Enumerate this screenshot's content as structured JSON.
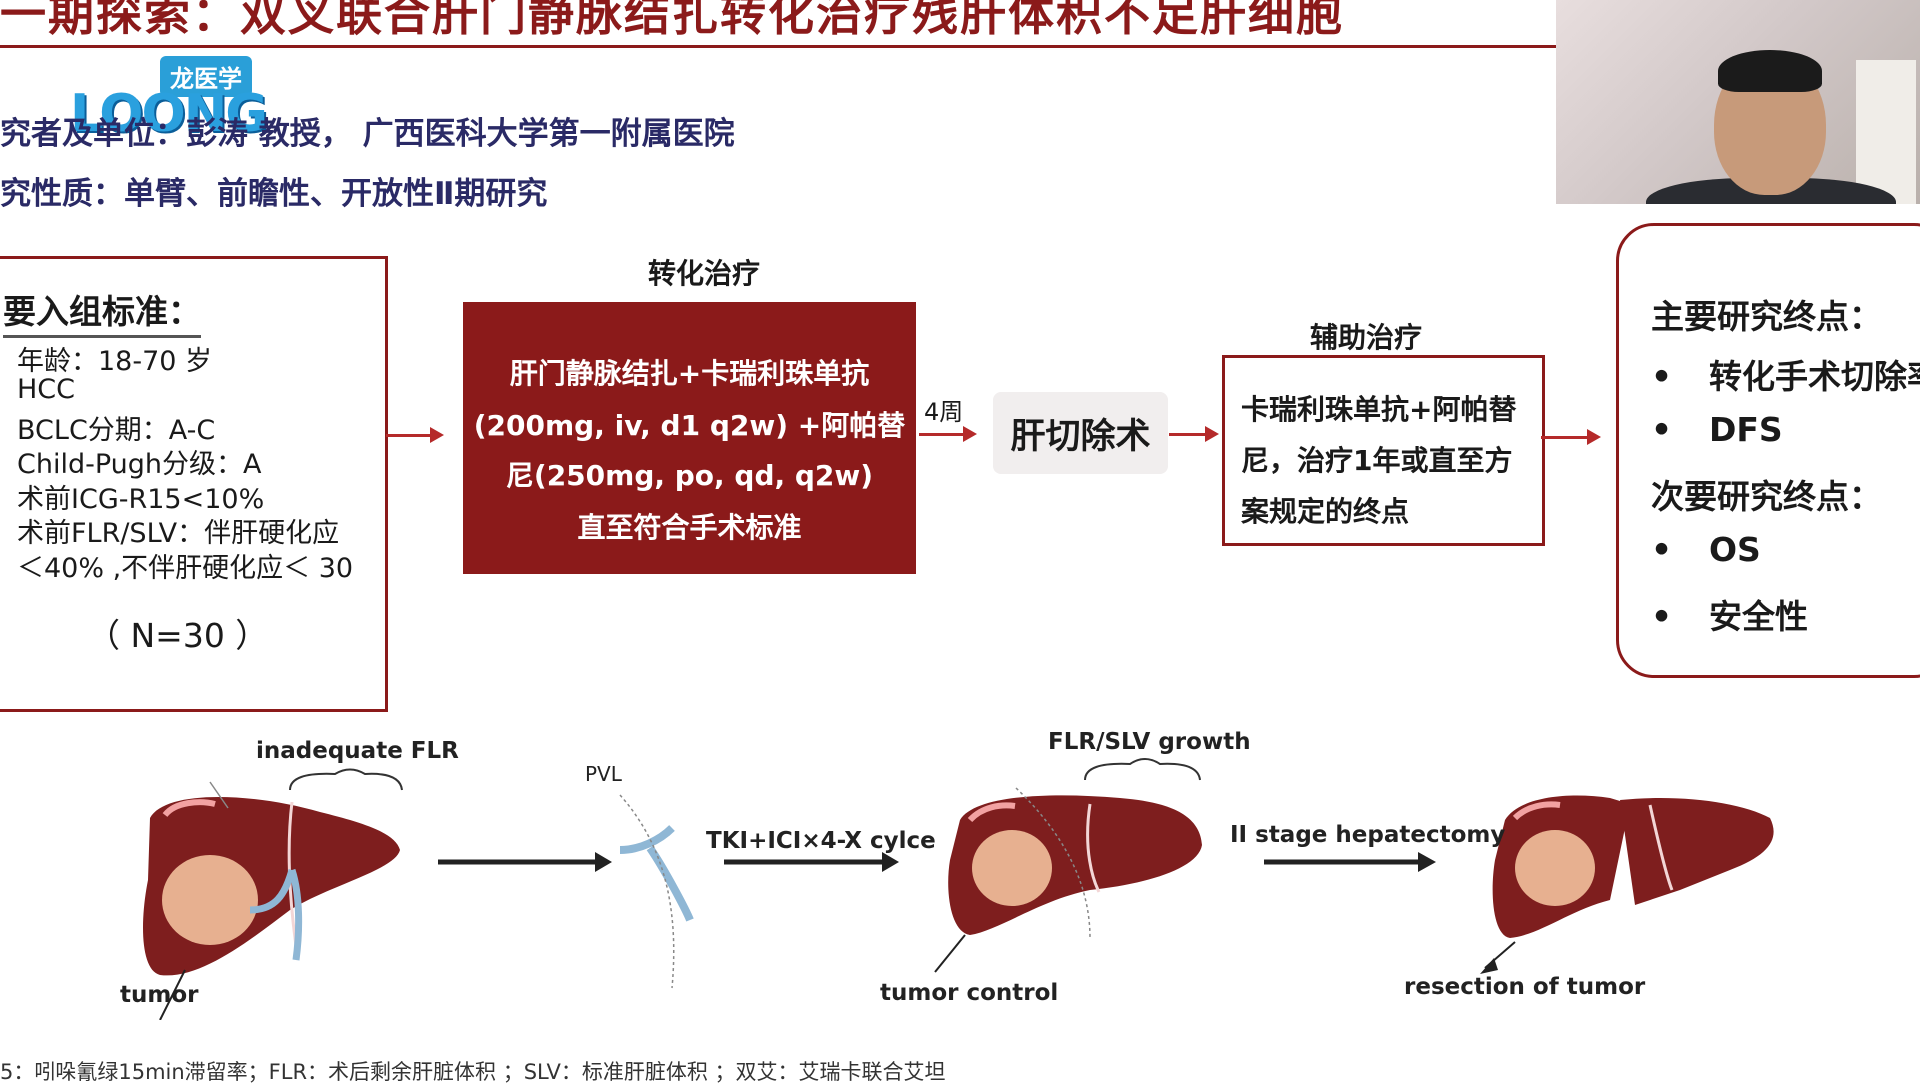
{
  "slide": {
    "title": "一期探索：双叉联合肝门静脉结扎转化治疗残肝体积不足肝细胞",
    "investigator_label": "究者及单位：彭涛 教授， 广西医科大学第一附属医院",
    "nature_label": "究性质：单臂、前瞻性、开放性Ⅱ期研究"
  },
  "logo": {
    "badge_text": "龙医学",
    "word_text": "LOONG"
  },
  "inclusion": {
    "title": "要入组标准：",
    "lines": [
      "年龄：18-70 岁",
      "HCC",
      "BCLC分期：A-C",
      "Child-Pugh分级：A",
      "术前ICG-R15<10%",
      "术前FLR/SLV：伴肝硬化应",
      "＜40% ,不伴肝硬化应＜ 30"
    ],
    "n": "（ N=30 ）"
  },
  "conversion": {
    "label": "转化治疗",
    "lines": [
      "肝门静脉结扎+卡瑞利珠单抗",
      "(200mg, iv, d1 q2w) +阿帕替",
      "尼(250mg, po, qd, q2w)",
      "直至符合手术标准"
    ]
  },
  "weeks_label": "4周",
  "surgery_label": "肝切除术",
  "adjuvant": {
    "label": "辅助治疗",
    "lines": [
      "卡瑞利珠单抗+阿帕替",
      "尼，治疗1年或直至方",
      "案规定的终点"
    ]
  },
  "endpoints": {
    "primary_title": "主要研究终点：",
    "primary_items": [
      "转化手术切除率",
      "DFS"
    ],
    "secondary_title": "次要研究终点：",
    "secondary_items": [
      "OS",
      "安全性"
    ],
    "bullet": "•"
  },
  "diagram": {
    "inadequate_flr": "inadequate FLR",
    "pvl": "PVL",
    "tki": "TKI+ICI×4-X cylce",
    "flr_growth": "FLR/SLV growth",
    "stage2": "II stage hepatectomy",
    "tumor": "tumor",
    "tumor_control": "tumor control",
    "resection": "resection of tumor"
  },
  "footnote": "5：吲哚氰绿15min滞留率；FLR：术后剩余肝脏体积 ；SLV：标准肝脏体积 ；双艾：艾瑞卡联合艾坦",
  "colors": {
    "accent": "#8b1a1a",
    "header_text": "#2a2a66",
    "logo_blue": "#2aa0de"
  }
}
